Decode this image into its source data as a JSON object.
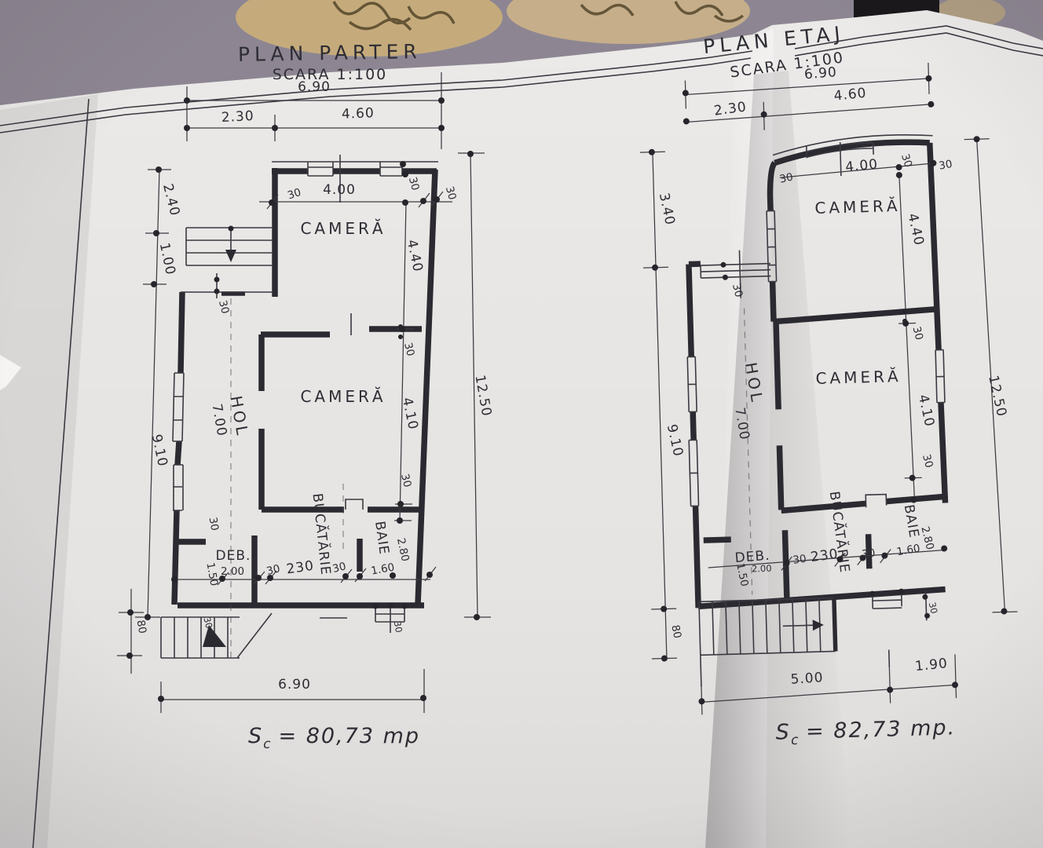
{
  "background": {
    "fabric_color": "#8d8692",
    "pattern_color": "#c5ab7c",
    "paper_color": "#e7e5e3",
    "ink_color": "#2b2a31"
  },
  "parter": {
    "title": "PLAN PARTER",
    "scale": "SCARA 1:100",
    "area_prefix": "S",
    "area_sub": "c",
    "area_value": "= 80,73 mp",
    "rooms": {
      "camera_top": "CAMERĂ",
      "camera_mid": "CAMERĂ",
      "hol": "HOL",
      "hol_len": "7.00",
      "bucatarie": "BUCĂTĂRIE",
      "baie": "BAIE",
      "deb": "DEB.",
      "deb_w": "2.00",
      "deb_h": "1.50"
    },
    "dims": {
      "top_total": "6.90",
      "top_a": "2.30",
      "top_b": "4.60",
      "left_a": "2.40",
      "left_b": "1.00",
      "left_c": "9.10",
      "porch": "80",
      "right_total": "12.50",
      "w_room": "4.00",
      "h_top": "4.40",
      "h_mid": "4.10",
      "hall": "230",
      "baie_h": "2.80",
      "baie_w": "1.60",
      "bottom_total": "6.90",
      "t": "30"
    }
  },
  "etaj": {
    "title": "PLAN ETAJ",
    "scale": "SCARA 1:100",
    "area_prefix": "S",
    "area_sub": "c",
    "area_value": "= 82,73 mp.",
    "rooms": {
      "camera_top": "CAMERĂ",
      "camera_mid": "CAMERĂ",
      "hol": "HOL",
      "hol_len": "7.00",
      "bucatarie": "BUCĂTĂRIE",
      "baie": "BAIE",
      "deb": "DEB.",
      "deb_w": "2.00",
      "deb_h": "1.50"
    },
    "dims": {
      "top_total": "6.90",
      "top_a": "2.30",
      "top_b": "4.60",
      "left_a": "3.40",
      "left_b": "9.10",
      "porch": "80",
      "right_total": "12.50",
      "w_room": "4.00",
      "h_top": "4.40",
      "h_mid": "4.10",
      "hall": "230",
      "baie_h": "2.80",
      "baie_w": "1.60",
      "bottom_a": "5.00",
      "bottom_b": "1.90",
      "t": "30"
    }
  }
}
